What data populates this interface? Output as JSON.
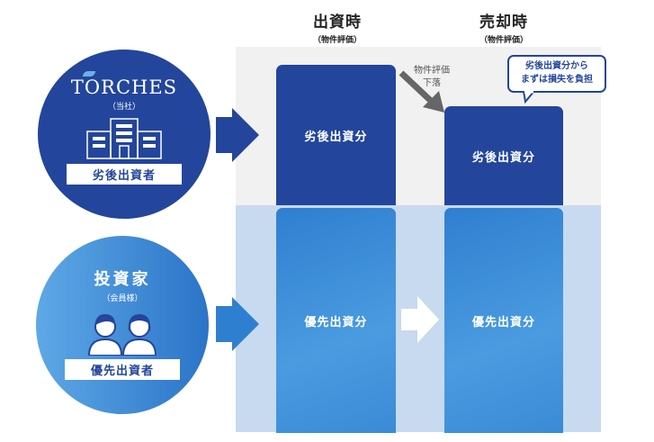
{
  "headers": [
    {
      "title": "出資時",
      "sub": "（物件評価）"
    },
    {
      "title": "売却時",
      "sub": "（物件評価）"
    }
  ],
  "company": {
    "logo": "TORCHES",
    "sub": "（当社）",
    "role": "劣後出資者",
    "color": "#23459b"
  },
  "investor": {
    "title": "投資家",
    "sub": "（会員様）",
    "role": "優先出資者",
    "color": "#3a8ad6"
  },
  "boxes": {
    "sub_initial": "劣後出資分",
    "sub_sale": "劣後出資分",
    "senior_initial": "優先出資分",
    "senior_sale": "優先出資分"
  },
  "drop_label": [
    "物件評価",
    "下落"
  ],
  "callout": [
    "劣後出資分から",
    "まずは損失を負担"
  ]
}
